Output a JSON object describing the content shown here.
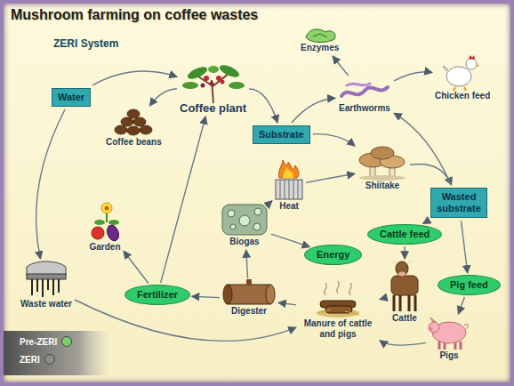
{
  "diagram": {
    "title": "Mushroom farming on coffee wastes",
    "nodes": [
      {
        "text": [
          "Water"
        ]
      },
      {
        "text": [
          "Coffee plant"
        ]
      },
      {
        "text": [
          "Coffee beans"
        ]
      },
      {
        "text": [
          "Substrate"
        ]
      },
      {
        "text": [
          "Enzymes"
        ]
      },
      {
        "text": [
          "Earthworms"
        ]
      },
      {
        "text": [
          "Chicken feed"
        ]
      },
      {
        "text": [
          "Heat"
        ]
      },
      {
        "text": [
          "Shiitake"
        ]
      },
      {
        "text": [
          "Wasted substrate"
        ]
      },
      {
        "text": [
          "Cattle feed"
        ]
      },
      {
        "text": [
          "Energy"
        ]
      },
      {
        "text": [
          "Biogas"
        ]
      },
      {
        "text": [
          "Garden"
        ]
      },
      {
        "text": [
          "Pig feed"
        ]
      },
      {
        "text": [
          "Cattle"
        ]
      },
      {
        "text": [
          "Pigs"
        ]
      },
      {
        "text": [
          "Manure of cattle and pigs"
        ]
      },
      {
        "text": [
          "Digester"
        ]
      },
      {
        "text": [
          "Fertilizer"
        ]
      },
      {
        "text": [
          "Waste water"
        ]
      }
    ],
    "edges": [
      {
        "from": 0,
        "to": 1,
        "arrow": "to"
      },
      {
        "from": 0,
        "to": 20,
        "arrow": "to"
      },
      {
        "from": 1,
        "to": 2,
        "arrow": "to"
      },
      {
        "from": 1,
        "to": 3,
        "arrow": "to"
      },
      {
        "from": 3,
        "to": 5,
        "arrow": "to"
      },
      {
        "from": 5,
        "to": 4,
        "arrow": "to"
      },
      {
        "from": 5,
        "to": 6,
        "arrow": "to"
      },
      {
        "from": 3,
        "to": 8,
        "arrow": "to"
      },
      {
        "from": 7,
        "to": 8,
        "arrow": "to"
      },
      {
        "from": 8,
        "to": 9,
        "arrow": "to"
      },
      {
        "from": 9,
        "to": 5,
        "arrow": "to"
      },
      {
        "from": 9,
        "to": 10,
        "arrow": "to"
      },
      {
        "from": 9,
        "to": 14,
        "arrow": "to"
      },
      {
        "from": 10,
        "to": 15,
        "arrow": "to"
      },
      {
        "from": 14,
        "to": 16,
        "arrow": "to"
      },
      {
        "from": 15,
        "to": 17,
        "arrow": "to"
      },
      {
        "from": 16,
        "to": 17,
        "arrow": "to"
      },
      {
        "from": 17,
        "to": 18,
        "arrow": "to"
      },
      {
        "from": 18,
        "to": 12,
        "arrow": "to"
      },
      {
        "from": 12,
        "to": 7,
        "arrow": "to"
      },
      {
        "from": 12,
        "to": 11,
        "arrow": "to"
      },
      {
        "from": 18,
        "to": 19,
        "arrow": "to"
      },
      {
        "from": 19,
        "to": 1,
        "arrow": "to"
      },
      {
        "from": 19,
        "to": 13,
        "arrow": "to"
      },
      {
        "from": 20,
        "to": 17,
        "arrow": "to"
      }
    ],
    "labels": [
      "ZERI System"
    ],
    "legend": [
      {
        "text": "Pre-ZERI",
        "color": "#7ccf6a"
      },
      {
        "text": "ZERI",
        "color": "#8c8c8c"
      }
    ]
  }
}
